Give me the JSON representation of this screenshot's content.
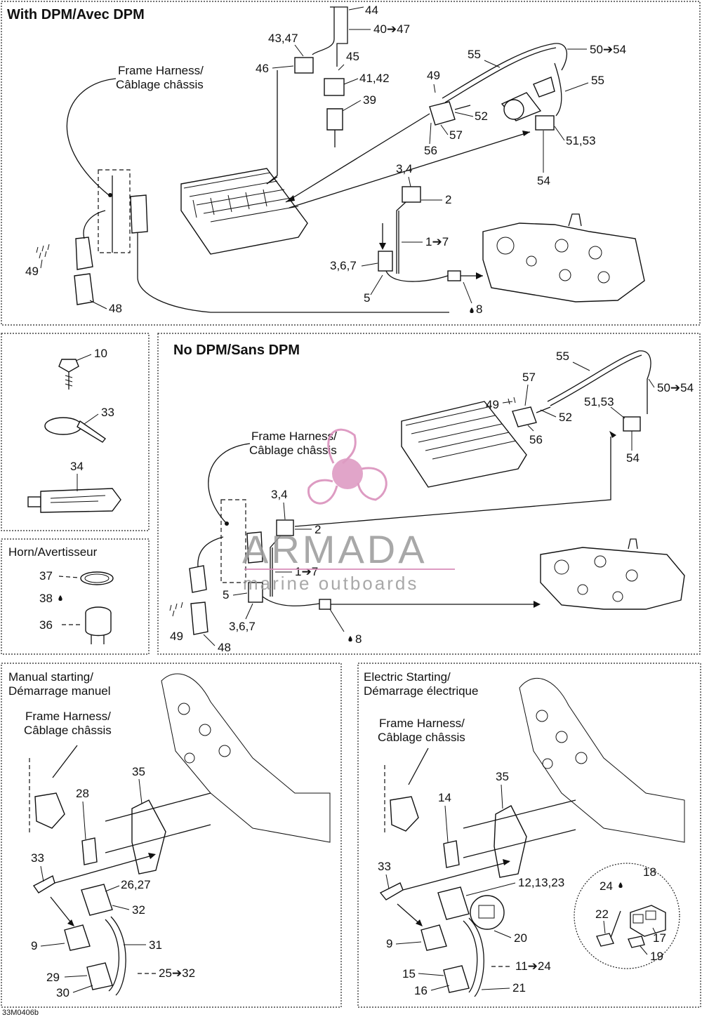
{
  "sections": {
    "with_dpm": "With DPM/Avec DPM",
    "no_dpm": "No DPM/Sans DPM",
    "horn": "Horn/Avertisseur",
    "manual_1": "Manual starting/",
    "manual_2": "Démarrage manuel",
    "electric_1": "Electric Starting/",
    "electric_2": "Démarrage électrique"
  },
  "frame_harness": {
    "line1": "Frame Harness/",
    "line2": "Câblage châssis"
  },
  "callouts_with_dpm": {
    "c44": "44",
    "c40_47": "40➔47",
    "c43_47": "43,47",
    "c45": "45",
    "c46": "46",
    "c41_42": "41,42",
    "c39": "39",
    "c55a": "55",
    "c50_54": "50➔54",
    "c55b": "55",
    "c49": "49",
    "c52": "52",
    "c57": "57",
    "c56": "56",
    "c51_53": "51,53",
    "c54": "54",
    "c3_4": "3,4",
    "c2": "2",
    "c1_7": "1➔7",
    "c3_6_7": "3,6,7",
    "c5": "5",
    "c8": "8",
    "c49b": "49",
    "c48": "48"
  },
  "callouts_left": {
    "c10": "10",
    "c33": "33",
    "c34": "34"
  },
  "callouts_horn": {
    "c37": "37",
    "c38": "38",
    "c36": "36"
  },
  "callouts_no_dpm": {
    "c55": "55",
    "c57": "57",
    "c49": "49",
    "c52": "52",
    "c50_54": "50➔54",
    "c51_53": "51,53",
    "c56": "56",
    "c54": "54",
    "c3_4": "3,4",
    "c2": "2",
    "c1_7": "1➔7",
    "c5": "5",
    "c3_6_7": "3,6,7",
    "c49b": "49",
    "c48": "48",
    "c8": "8"
  },
  "callouts_manual": {
    "c35": "35",
    "c28": "28",
    "c33": "33",
    "c26_27": "26,27",
    "c32": "32",
    "c9": "9",
    "c31": "31",
    "c29": "29",
    "c30": "30",
    "c25_32": "25➔32"
  },
  "callouts_electric": {
    "c35": "35",
    "c14": "14",
    "c33": "33",
    "c12_13_23": "12,13,23",
    "c20": "20",
    "c9": "9",
    "c15": "15",
    "c16": "16",
    "c11_24": "11➔24",
    "c21": "21",
    "c18": "18",
    "c24": "24",
    "c22": "22",
    "c17": "17",
    "c19": "19"
  },
  "watermark": {
    "brand": "ARMADA",
    "tagline": "marine outboards",
    "color": "#d88ab8"
  },
  "drawing_number": "33M0406b"
}
